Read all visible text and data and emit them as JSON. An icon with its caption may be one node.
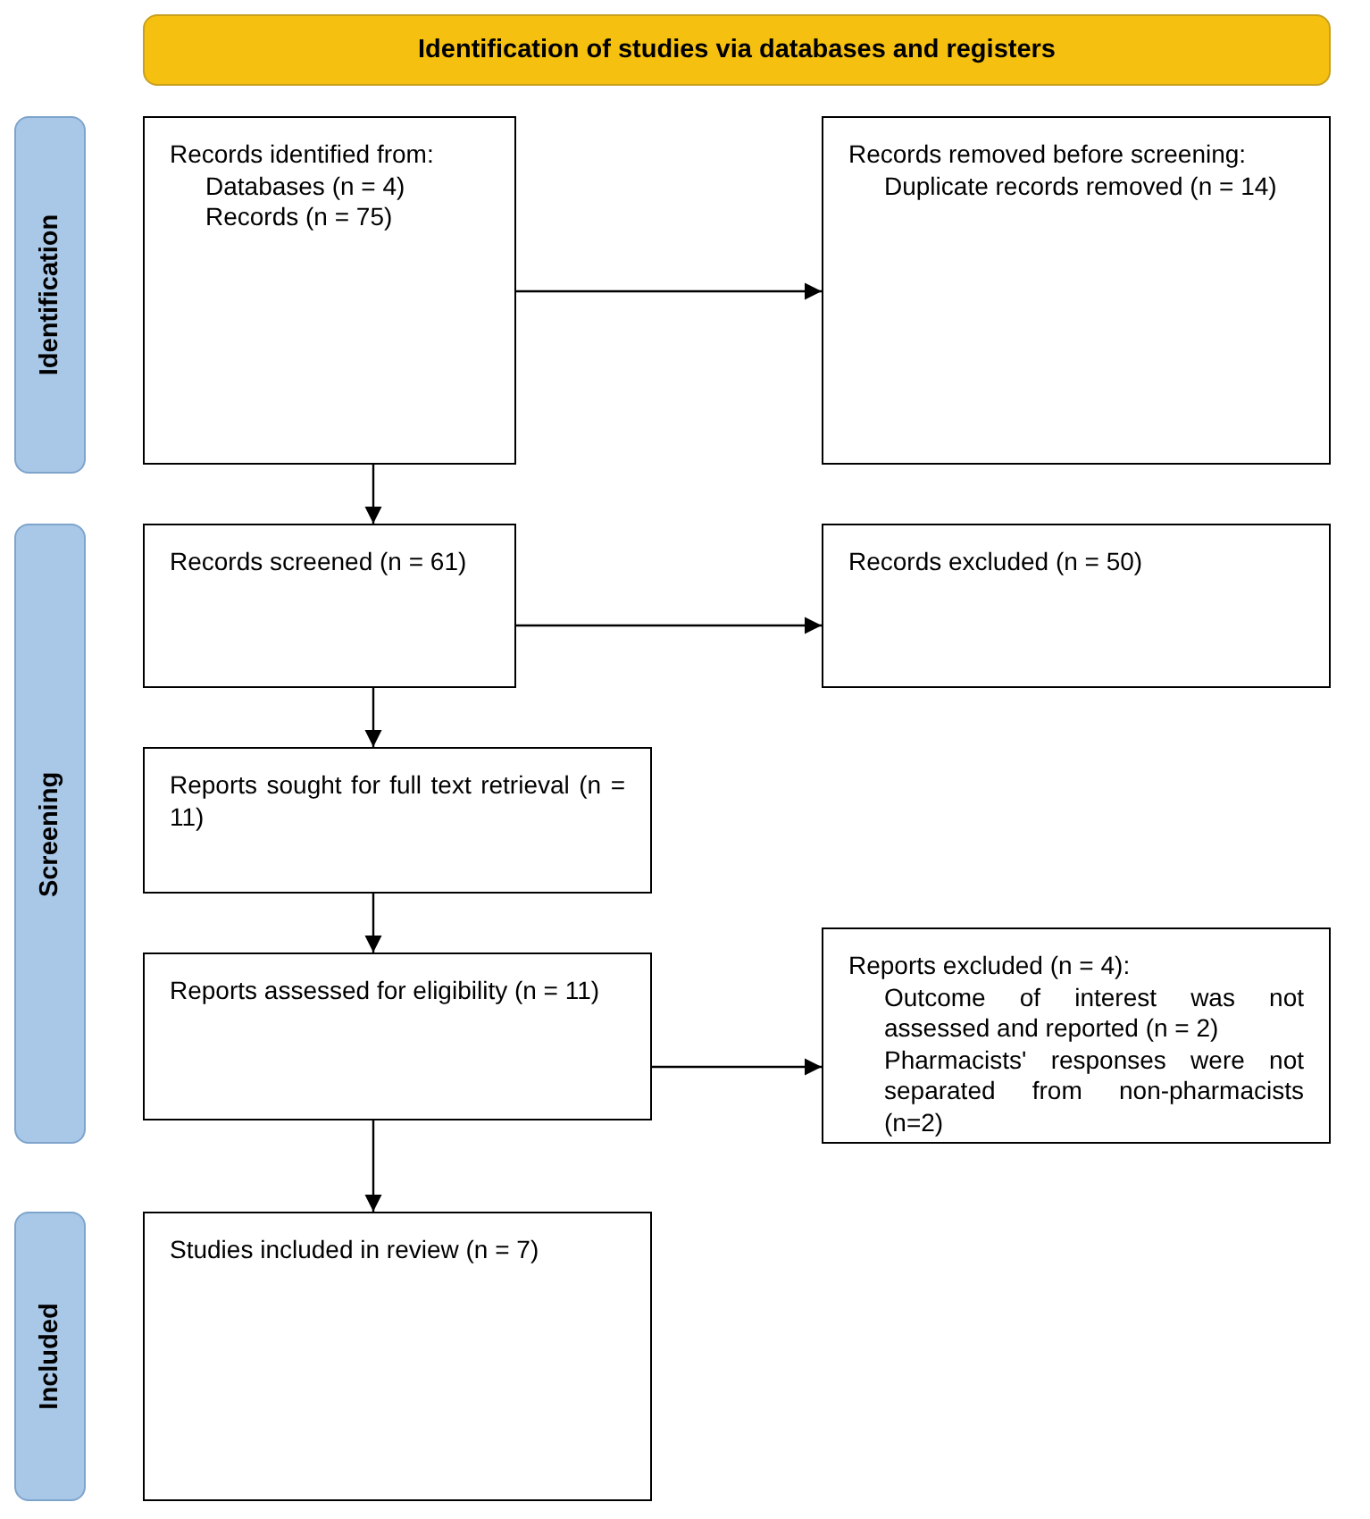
{
  "diagram": {
    "nodes": [
      {
        "text": [
          "Identification of studies via databases and registers"
        ]
      },
      {
        "text": [
          "Identification"
        ]
      },
      {
        "text": [
          "Records identified from:",
          "Databases (n = 4)",
          "Records (n = 75)"
        ]
      },
      {
        "text": [
          "Records removed before screening:",
          "Duplicate records removed (n = 14)"
        ]
      },
      {
        "text": [
          "Screening"
        ]
      },
      {
        "text": [
          "Records screened (n = 61)"
        ]
      },
      {
        "text": [
          "Records excluded (n = 50)"
        ]
      },
      {
        "text": [
          "Reports sought for full text retrieval (n = 11)"
        ]
      },
      {
        "text": [
          "Reports assessed for eligibility (n = 11)"
        ]
      },
      {
        "text": [
          "Reports excluded (n = 4):",
          "Outcome of interest was not assessed and reported (n = 2)",
          "Pharmacists' responses were not separated from non-pharmacists (n=2)"
        ]
      },
      {
        "text": [
          "Included"
        ]
      },
      {
        "text": [
          "Studies included in review (n = 7)"
        ]
      }
    ],
    "edges": [
      {
        "from": 2,
        "to": 3,
        "arrow": "to"
      },
      {
        "from": 2,
        "to": 5,
        "arrow": "to"
      },
      {
        "from": 5,
        "to": 6,
        "arrow": "to"
      },
      {
        "from": 5,
        "to": 7,
        "arrow": "to"
      },
      {
        "from": 7,
        "to": 8,
        "arrow": "to"
      },
      {
        "from": 8,
        "to": 9,
        "arrow": "to"
      },
      {
        "from": 8,
        "to": 11,
        "arrow": "to"
      }
    ]
  }
}
